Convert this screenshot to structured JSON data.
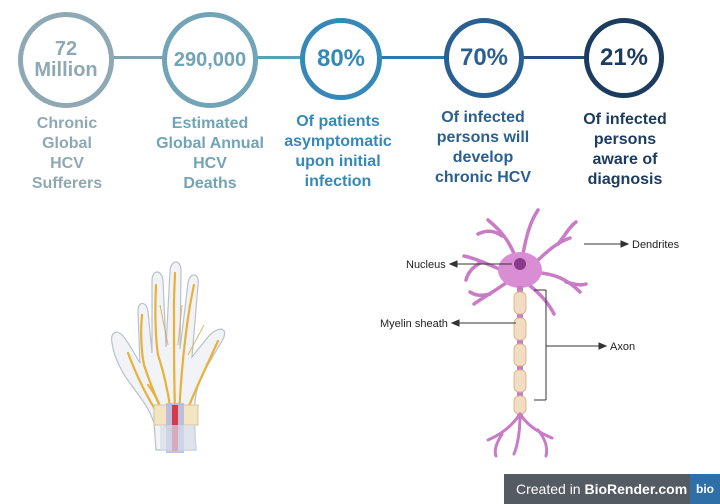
{
  "stats": [
    {
      "value_line1": "72",
      "value_line2": "Million",
      "caption": [
        "Chronic",
        "Global",
        "HCV",
        "Sufferers"
      ],
      "color": "#8ea9b4"
    },
    {
      "value_line1": "290,000",
      "value_line2": "",
      "caption": [
        "Estimated",
        "Global Annual",
        "HCV",
        "Deaths"
      ],
      "color": "#72a4b7"
    },
    {
      "value_line1": "80%",
      "value_line2": "",
      "caption": [
        "Of patients",
        "asymptomatic",
        "upon initial",
        "infection"
      ],
      "color": "#3589b9"
    },
    {
      "value_line1": "70%",
      "value_line2": "",
      "caption": [
        "Of infected",
        "persons will",
        "develop",
        "chronic HCV"
      ],
      "color": "#2a5f91"
    },
    {
      "value_line1": "21%",
      "value_line2": "",
      "caption": [
        "Of infected",
        "persons",
        "aware of",
        "diagnosis"
      ],
      "color": "#1b3b5f"
    }
  ],
  "neuron_labels": {
    "nucleus": "Nucleus",
    "dendrites": "Dendrites",
    "myelin": "Myelin sheath",
    "axon": "Axon"
  },
  "footer": {
    "prefix": "Created in ",
    "brand": "BioRender.com",
    "badge": "bio"
  }
}
